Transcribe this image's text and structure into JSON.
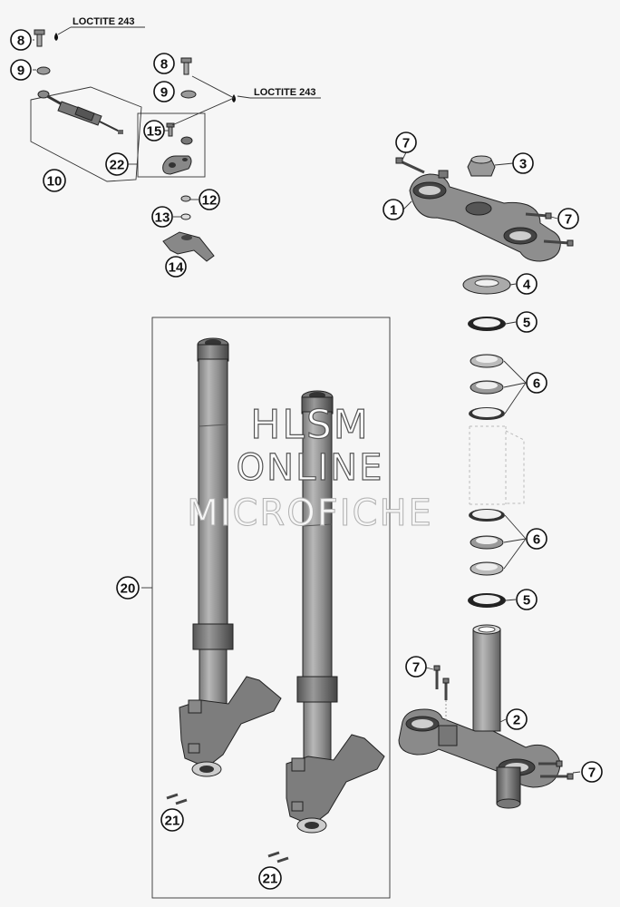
{
  "diagram": {
    "loctite": {
      "top_label": "LOCTITE 243",
      "mid_label": "LOCTITE 243"
    },
    "callouts": {
      "c8a": "8",
      "c9a": "9",
      "c10": "10",
      "c8b": "8",
      "c9b": "9",
      "c15": "15",
      "c22": "22",
      "c12": "12",
      "c13": "13",
      "c14": "14",
      "c7a": "7",
      "c3": "3",
      "c1": "1",
      "c7b": "7",
      "c4": "4",
      "c5a": "5",
      "c6a": "6",
      "c6b": "6",
      "c5b": "5",
      "c20": "20",
      "c7c": "7",
      "c2": "2",
      "c7d": "7",
      "c21a": "21",
      "c21b": "21"
    },
    "watermark": {
      "line1": "HLSM",
      "line2": "ONLINE",
      "line3": "MICROFICHE"
    },
    "colors": {
      "background": "#f6f6f6",
      "part_fill": "#9a9a9a",
      "part_dark": "#6a6a6a",
      "part_light": "#c8c8c8",
      "outline": "#222222"
    }
  }
}
